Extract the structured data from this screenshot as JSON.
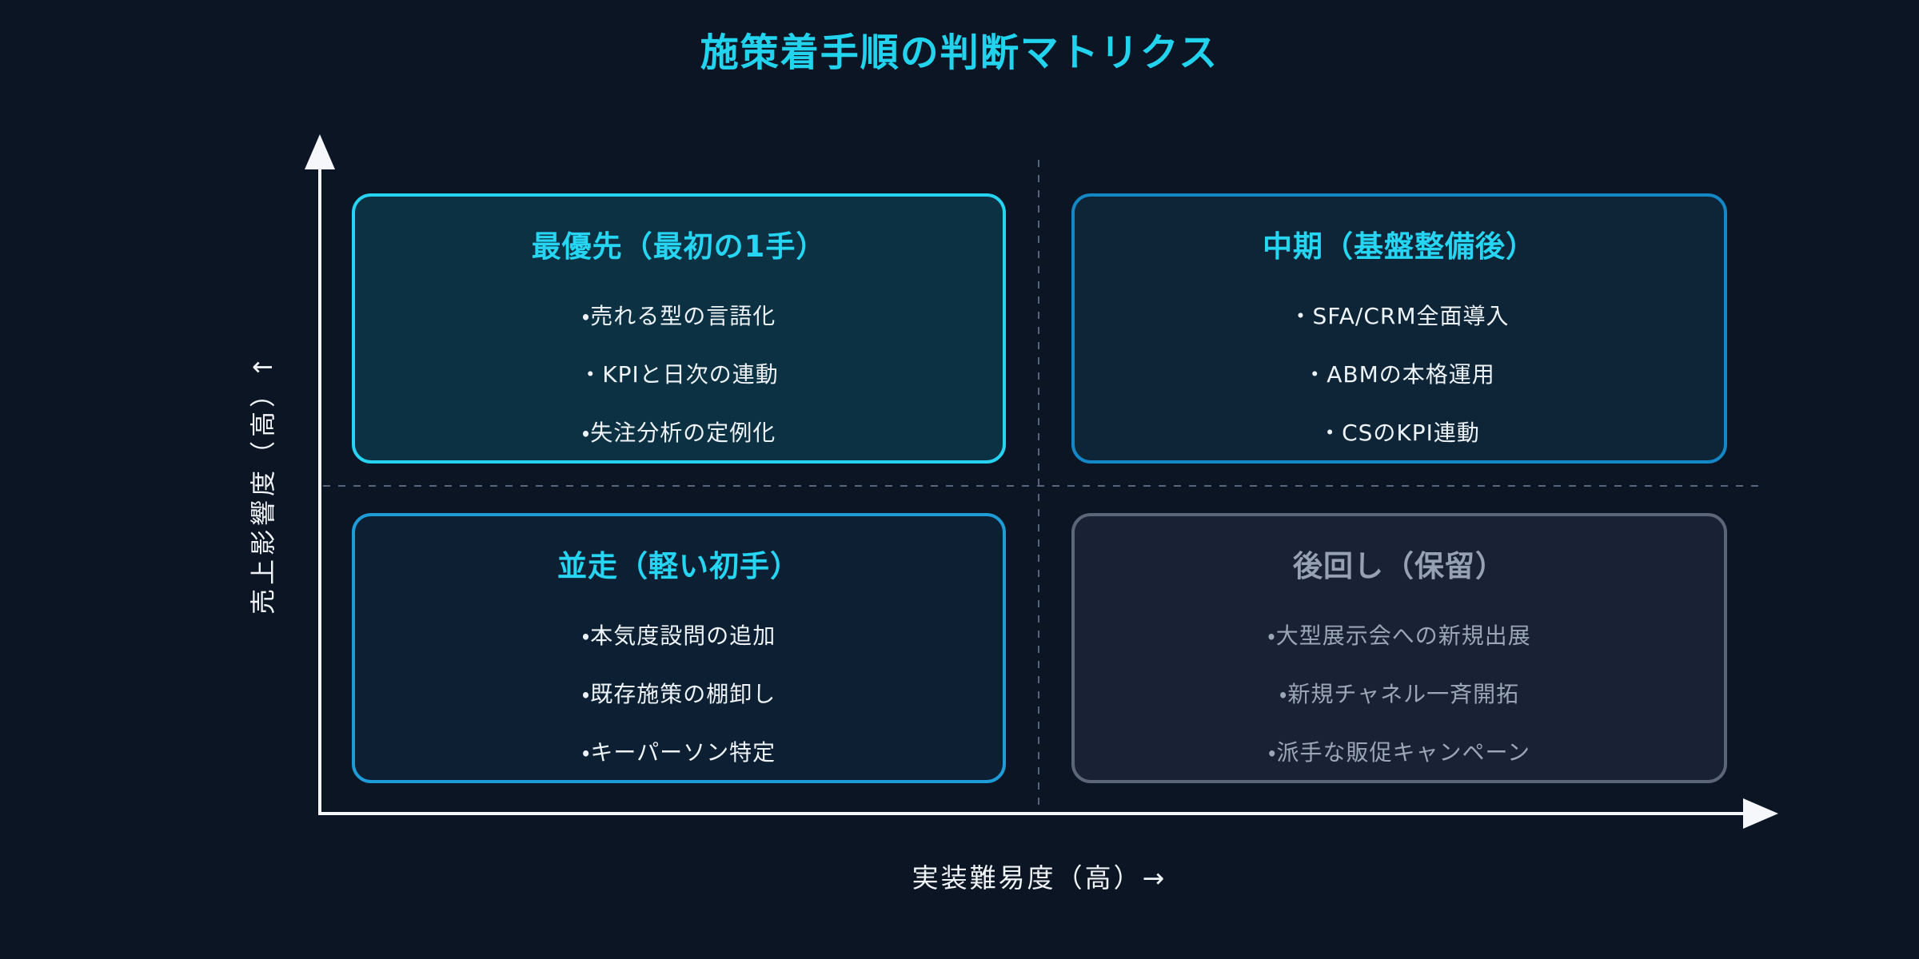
{
  "title": "施策着手順の判断マトリクス",
  "axes": {
    "y_label": "売上影響度（高）↑",
    "x_label": "実装難易度（高）→"
  },
  "quadrants": [
    {
      "position": "top-left",
      "title": "最優先（最初の1手）",
      "items": [
        "・売れる型の言語化",
        "・KPIと日次の連動",
        "・失注分析の定例化"
      ]
    },
    {
      "position": "top-right",
      "title": "中期（基盤整備後）",
      "items": [
        "・SFA/CRM全面導入",
        "・ABMの本格運用",
        "・CSのKPI連動"
      ]
    },
    {
      "position": "bottom-left",
      "title": "並走（軽い初手）",
      "items": [
        "・本気度設問の追加",
        "・既存施策の棚卸し",
        "・キーパーソン特定"
      ]
    },
    {
      "position": "bottom-right",
      "title": "後回し（保留）",
      "items": [
        "・大型展示会への新規出展",
        "・新規チャネル一斉開拓",
        "・派手な販促キャンペーン"
      ]
    }
  ],
  "colors": {
    "background": "#0c1524",
    "title_accent": "#22d3ee",
    "axis": "#f5f7fa",
    "divider_dashed": "#55657c",
    "quad_top_left_border": "#26d4f2",
    "quad_top_left_bg": "#0c3143",
    "quad_top_right_border": "#1487c6",
    "quad_top_right_bg": "#0d2537",
    "quad_bottom_left_border": "#1e9cd8",
    "quad_bottom_left_bg": "#0d2033",
    "quad_bottom_right_border": "#5b6679",
    "quad_bottom_right_bg": "#192234",
    "body_text": "#eef3f8",
    "muted_text": "#9aa6b6"
  }
}
